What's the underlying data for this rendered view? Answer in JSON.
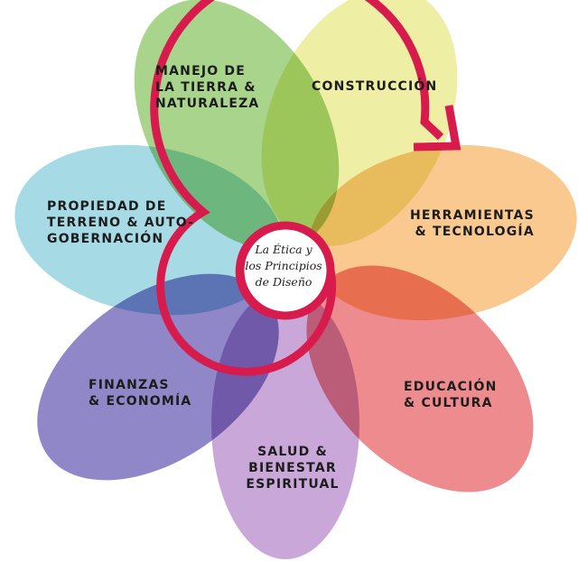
{
  "center": {
    "text": "La Ética y\nlos Principios\nde Diseño"
  },
  "petals": [
    {
      "id": "land",
      "label": "MANEJO DE\nLA TIERRA &\nNATURALEZA",
      "color": "#a8d48c"
    },
    {
      "id": "built",
      "label": "CONSTRUCCIÓN",
      "color": "#eeeea4"
    },
    {
      "id": "tools",
      "label": "HERRAMIENTAS\n& TECNOLOGÍA",
      "color": "#f9c98f"
    },
    {
      "id": "education",
      "label": "EDUCACIÓN\n& CULTURA",
      "color": "#ee8b8e"
    },
    {
      "id": "health",
      "label": "SALUD &\nBIENESTAR\nESPIRITUAL",
      "color": "#c9a8d9"
    },
    {
      "id": "finance",
      "label": "FINANZAS\n& ECONOMÍA",
      "color": "#8f87c8"
    },
    {
      "id": "tenure",
      "label": "PROPIEDAD DE\nTERRENO & AUTO-\nGOBERNACIÓN",
      "color": "#a6dbe6"
    }
  ],
  "spiral_color": "#d81b4d"
}
